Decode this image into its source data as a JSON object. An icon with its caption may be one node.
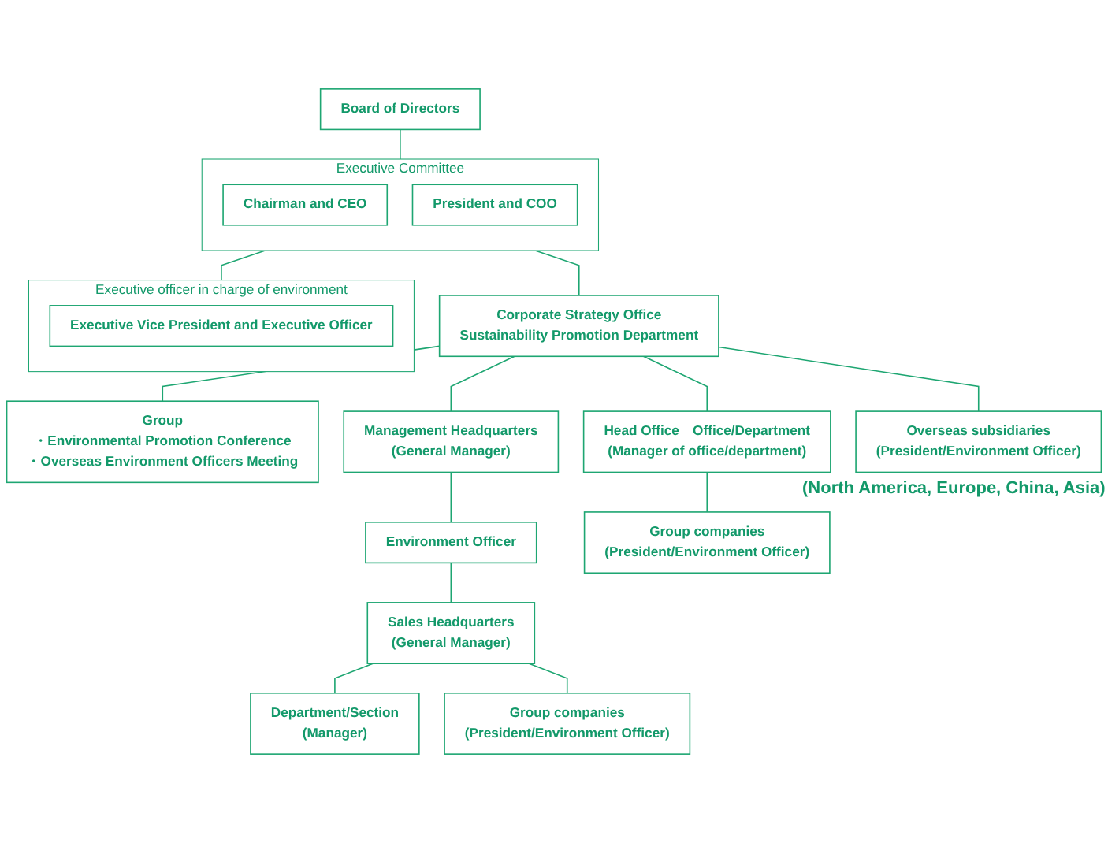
{
  "diagram": {
    "nodes": [
      {
        "text": [
          "Board of Directors"
        ]
      },
      {
        "text": [
          "Executive Committee"
        ]
      },
      {
        "text": [
          "Chairman and CEO"
        ],
        "in": 1
      },
      {
        "text": [
          "President and COO"
        ],
        "in": 1
      },
      {
        "text": [
          "Executive officer in charge of environment"
        ]
      },
      {
        "text": [
          "Executive Vice President and Executive Officer"
        ],
        "in": 4
      },
      {
        "text": [
          "Corporate Strategy Office",
          "Sustainability Promotion Department"
        ]
      },
      {
        "text": [
          "Group",
          "・Environmental Promotion Conference",
          "・Overseas Environment Officers Meeting"
        ]
      },
      {
        "text": [
          "Head Office　Office/Department",
          "(Manager of office/department)"
        ]
      },
      {
        "text": [
          "Management Headquarters",
          "(General Manager)"
        ]
      },
      {
        "text": [
          "Environment Officer"
        ]
      },
      {
        "text": [
          "Overseas subsidiaries",
          "(President/Environment Officer)"
        ],
        "beside": [
          "(North America, Europe, China, Asia)"
        ]
      },
      {
        "text": [
          "Sales Headquarters",
          "(General Manager)"
        ]
      },
      {
        "text": [
          "Group companies",
          "(President/Environment Officer)"
        ]
      },
      {
        "text": [
          "Department/Section",
          "(Manager)"
        ]
      },
      {
        "text": [
          "Group companies",
          "(President/Environment Officer)"
        ]
      }
    ],
    "edges": [
      {
        "from": 0,
        "to": 1,
        "arrow": "none"
      },
      {
        "from": 1,
        "to": 6,
        "arrow": "none"
      },
      {
        "from": 1,
        "to": 4,
        "arrow": "none"
      },
      {
        "from": 6,
        "to": 7,
        "arrow": "none"
      },
      {
        "from": 6,
        "to": 8,
        "arrow": "none"
      },
      {
        "from": 6,
        "to": 9,
        "arrow": "none"
      },
      {
        "from": 6,
        "to": 11,
        "arrow": "none"
      },
      {
        "from": 9,
        "to": 10,
        "arrow": "none"
      },
      {
        "from": 10,
        "to": 12,
        "arrow": "none"
      },
      {
        "from": 8,
        "to": 13,
        "arrow": "none"
      },
      {
        "from": 12,
        "to": 14,
        "arrow": "none"
      },
      {
        "from": 12,
        "to": 15,
        "arrow": "none"
      }
    ]
  }
}
